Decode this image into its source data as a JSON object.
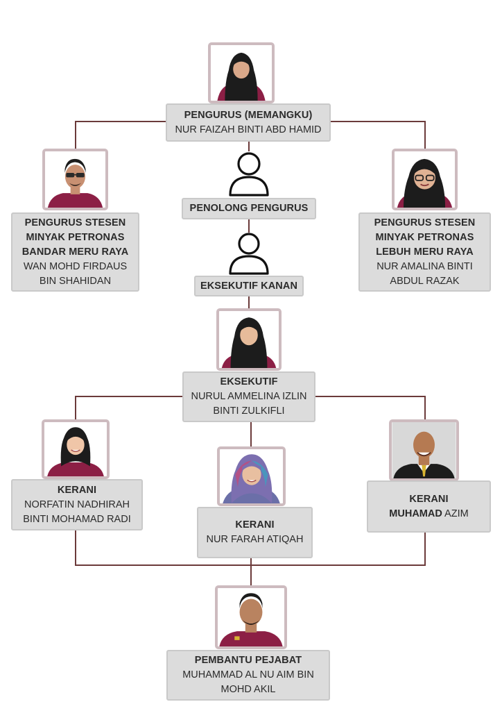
{
  "nodes": {
    "pengurus": {
      "title": "PENGURUS (MEMANGKU)",
      "name": "NUR FAIZAH BINTI ABD HAMID"
    },
    "stesen_left": {
      "title_lines": [
        "PENGURUS STESEN",
        "MINYAK PETRONAS",
        "BANDAR MERU RAYA"
      ],
      "name_lines": [
        "WAN MOHD FIRDAUS",
        "BIN SHAHIDAN"
      ]
    },
    "stesen_right": {
      "title_lines": [
        "PENGURUS STESEN",
        "MINYAK PETRONAS",
        "LEBUH MERU RAYA"
      ],
      "name_lines": [
        "NUR AMALINA BINTI",
        "ABDUL RAZAK"
      ]
    },
    "penolong": {
      "title": "PENOLONG PENGURUS"
    },
    "eksekutif_kanan": {
      "title": "EKSEKUTIF KANAN"
    },
    "eksekutif": {
      "title": "EKSEKUTIF",
      "name_lines": [
        "NURUL AMMELINA IZLIN",
        "BINTI ZULKIFLI"
      ]
    },
    "kerani_left": {
      "title": "KERANI",
      "name_lines": [
        "NORFATIN NADHIRAH",
        "BINTI MOHAMAD RADI"
      ]
    },
    "kerani_mid": {
      "title": "KERANI",
      "name": "NUR FARAH ATIQAH"
    },
    "kerani_right": {
      "title": "KERANI",
      "name_bold": "MUHAMAD",
      "name_rest": " AZIM"
    },
    "pembantu": {
      "title": "PEMBANTU PEJABAT",
      "name_lines": [
        "MUHAMMAD AL NU AIM BIN",
        "MOHD AKIL"
      ]
    }
  },
  "colors": {
    "connector": "#6b3a3a",
    "box_fill": "#dcdcdc",
    "photo_frame": "#cdbbbf",
    "uniform": "#8c1f45",
    "hijab_black": "#1c1c1c"
  },
  "icons": [
    "person-outline-icon"
  ]
}
